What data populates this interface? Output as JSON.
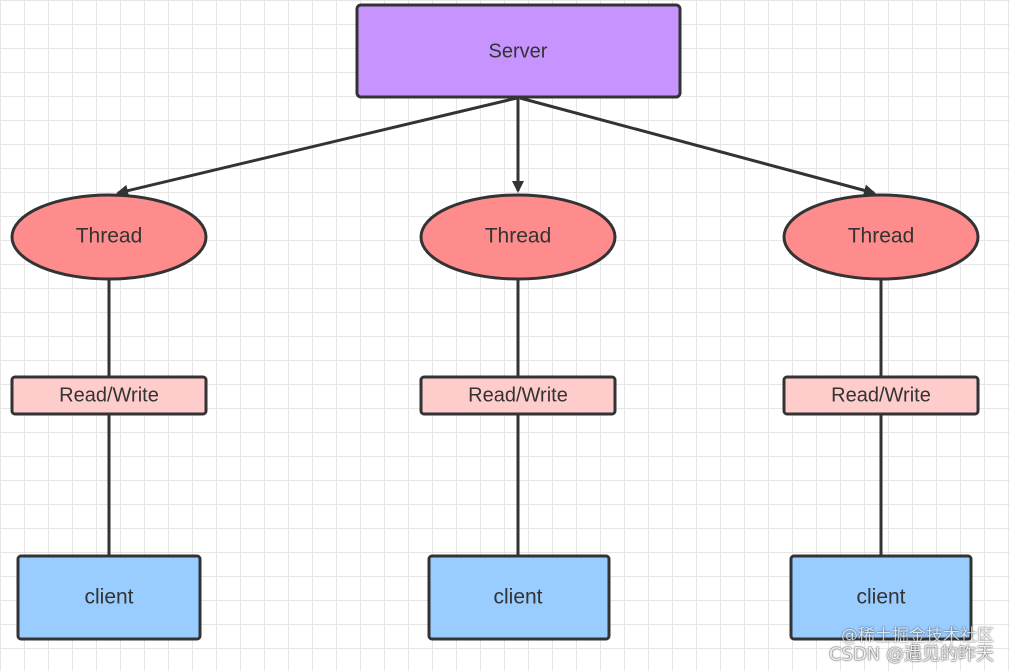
{
  "diagram": {
    "server": {
      "label": "Server"
    },
    "branches": [
      {
        "thread_label": "Thread",
        "rw_label": "Read/Write",
        "client_label": "client"
      },
      {
        "thread_label": "Thread",
        "rw_label": "Read/Write",
        "client_label": "client"
      },
      {
        "thread_label": "Thread",
        "rw_label": "Read/Write",
        "client_label": "client"
      }
    ]
  },
  "colors": {
    "server_fill": "#c793ff",
    "thread_fill": "#ff8c8c",
    "rw_fill": "#ffcccc",
    "client_fill": "#99ccff",
    "stroke": "#333333"
  },
  "watermark": {
    "line1": "@稀土掘金技术社区",
    "line2": "CSDN @遇见的昨天"
  }
}
